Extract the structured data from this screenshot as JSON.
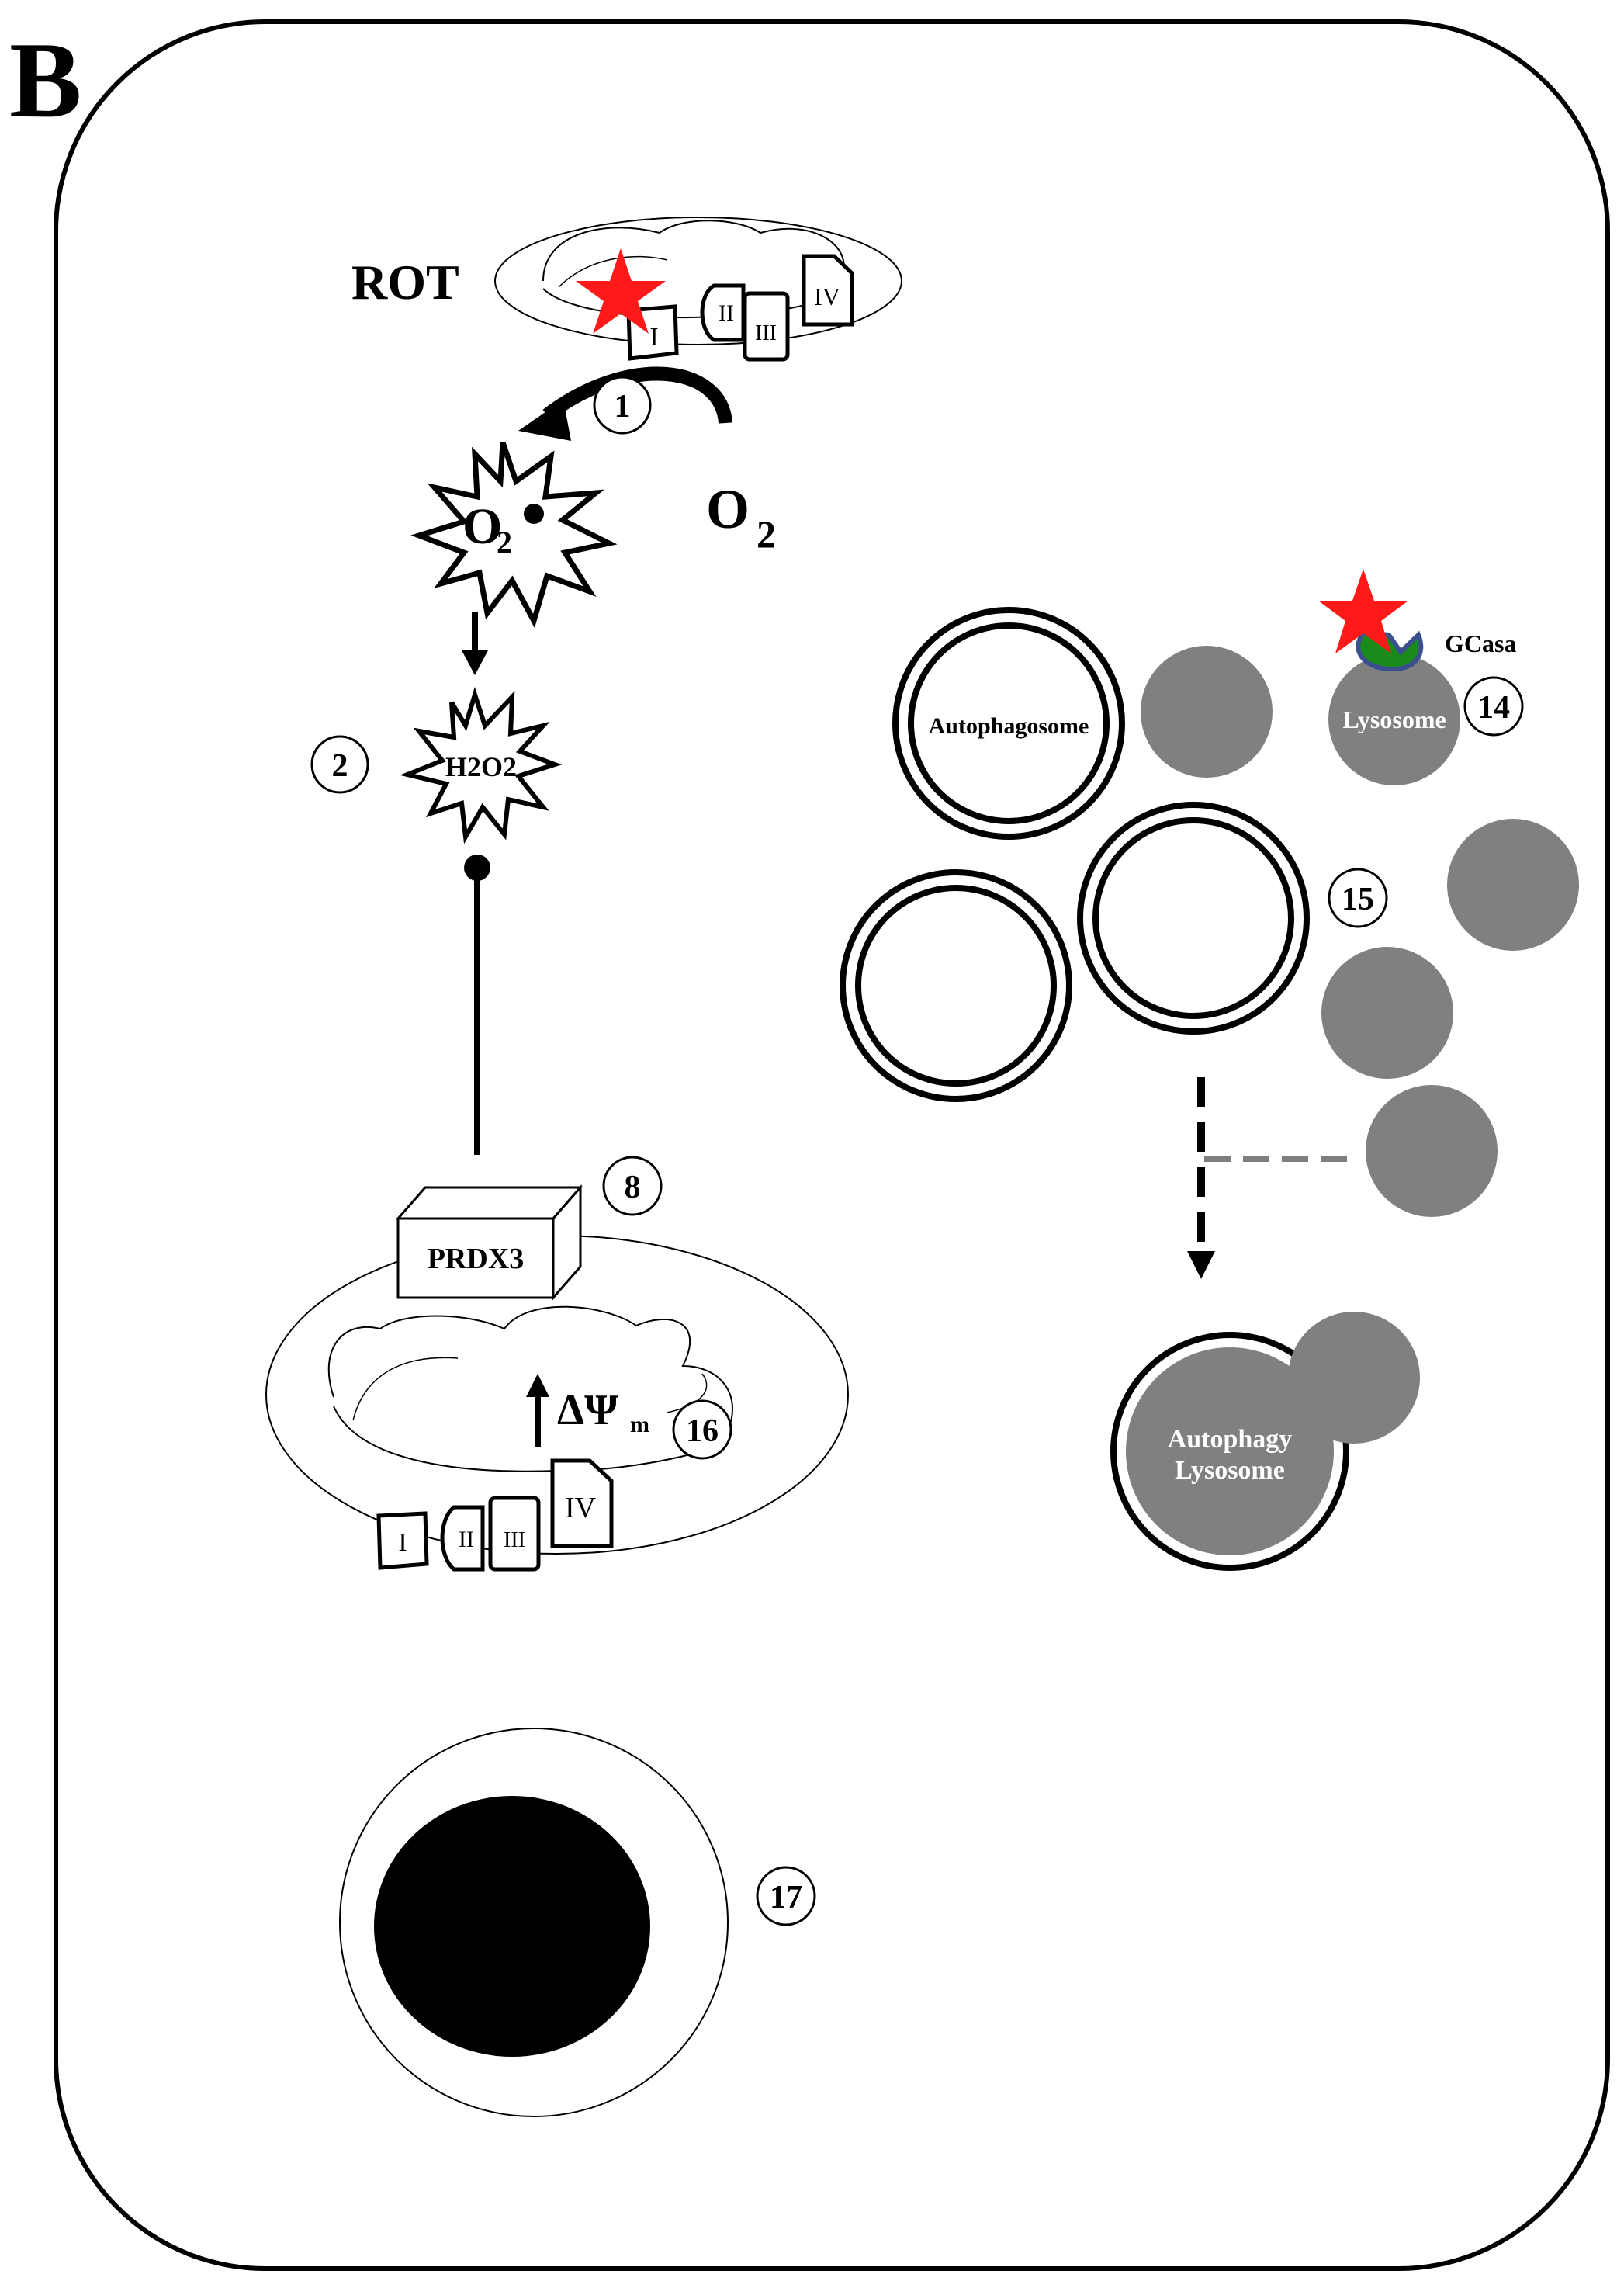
{
  "panel_label": "B",
  "labels": {
    "rot": "ROT",
    "o2_molecule": "O",
    "o2_sub": "2",
    "superoxide": "O",
    "superoxide_sub": "2",
    "h2o2": "H2O2",
    "prdx3": "PRDX3",
    "delta_psi": "ΔΨ",
    "delta_psi_sub": "m",
    "autophagosome": "Autophagosome",
    "lysosome": "Lysosome",
    "gcasa": "GCasa",
    "autophagy_lysosome_line1": "Autophagy",
    "autophagy_lysosome_line2": "Lysosome"
  },
  "complexes_top": [
    "I",
    "II",
    "III",
    "IV"
  ],
  "complexes_bottom": [
    "I",
    "II",
    "III",
    "IV"
  ],
  "steps": {
    "s1": "1",
    "s2": "2",
    "s8": "8",
    "s14": "14",
    "s15": "15",
    "s16": "16",
    "s17": "17"
  },
  "colors": {
    "star": "#ff1a1a",
    "lysosome": "#808080",
    "gcasa": "#1a8a1a",
    "gcasa_outline": "#3b4f8f",
    "dashed_gray": "#7f7f7f"
  }
}
